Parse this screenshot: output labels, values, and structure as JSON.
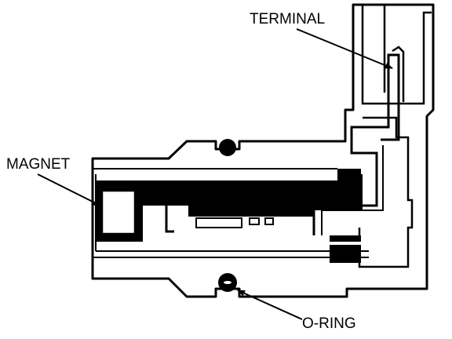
{
  "labels": {
    "terminal": "TERMINAL",
    "magnet": "MAGNET",
    "oring": "O-RING"
  },
  "colors": {
    "ink": "#000000",
    "paper": "#ffffff"
  }
}
